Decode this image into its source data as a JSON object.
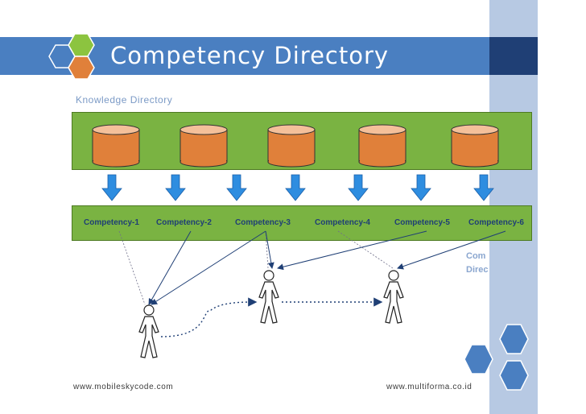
{
  "slide": {
    "title": "Competency Directory",
    "knowledge_label": "Knowledge Directory",
    "competencies": [
      "Competency-1",
      "Competency-2",
      "Competency-3",
      "Competency-4",
      "Competency-5",
      "Competency-6"
    ],
    "side_label_line1": "Com",
    "side_label_line2": "Direc",
    "footer_left": "www.mobileskycode.com",
    "footer_right": "www.multiforma.co.id"
  },
  "colors": {
    "title_bar": "#4a7fc1",
    "green": "#7ab342",
    "cylinder": "#e0803a",
    "arrow": "#2e8de0",
    "hex_green": "#8cc43f",
    "hex_blue": "#4a7fc1",
    "hex_orange": "#e0803a"
  },
  "icons": {
    "database": "cylinder-icon",
    "person": "stick-figure-icon",
    "down_arrow": "down-arrow-icon",
    "hexagon": "hexagon-icon"
  }
}
